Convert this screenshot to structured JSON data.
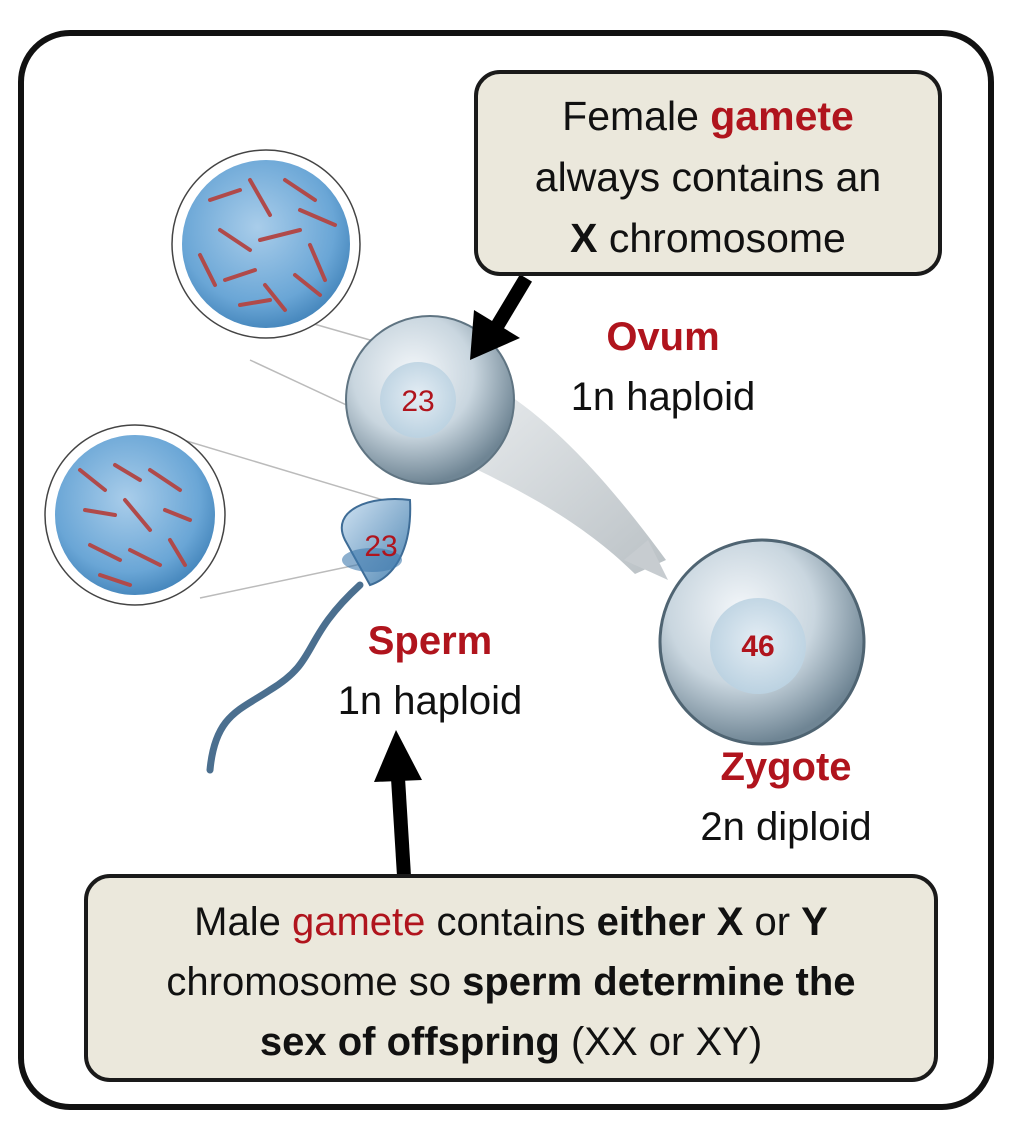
{
  "top_callout": {
    "line1_a": "Female ",
    "line1_b": "gamete",
    "line2": "always contains an",
    "line3_a": "X",
    "line3_b": " chromosome"
  },
  "bottom_callout": {
    "line1_a": "Male ",
    "line1_b": "gamete",
    "line1_c": " contains ",
    "line1_d": "either X",
    "line1_e": " or ",
    "line1_f": "Y",
    "line2_a": "chromosome so ",
    "line2_b": "sperm determine the",
    "line3_a": "sex of offspring",
    "line3_b": " (XX or XY)"
  },
  "cells": {
    "ovum": {
      "name": "Ovum",
      "ploidy": "1n haploid",
      "count": "23"
    },
    "sperm": {
      "name": "Sperm",
      "ploidy": "1n haploid",
      "count": "23"
    },
    "zygote": {
      "name": "Zygote",
      "ploidy": "2n diploid",
      "count": "46"
    }
  },
  "colors": {
    "accent_red": "#b0141d",
    "callout_fill": "#ebe8dc",
    "cell_fill": "#c9d6df",
    "magnifier_fill": "#6aa6d6"
  }
}
